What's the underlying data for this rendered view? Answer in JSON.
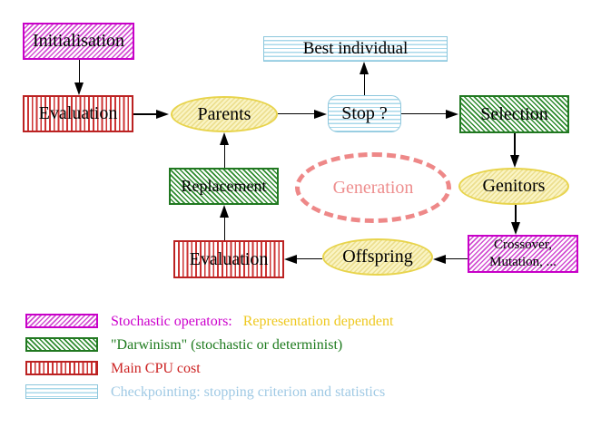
{
  "nodes": {
    "initialisation": "Initialisation",
    "evaluation_top": "Evaluation",
    "parents": "Parents",
    "best_individual": "Best individual",
    "stop": "Stop ?",
    "selection": "Selection",
    "replacement": "Replacement",
    "generation": "Generation",
    "genitors": "Genitors",
    "evaluation_bottom": "Evaluation",
    "crossover_line1": "Crossover,",
    "crossover_line2": "Mutation, ...",
    "offspring": "Offspring"
  },
  "legend": {
    "rows": [
      {
        "text1": "Stochastic operators:",
        "text2": "Representation dependent"
      },
      {
        "text1": "\"Darwinism\" (stochastic or determinist)",
        "text2": ""
      },
      {
        "text1": "Main CPU cost",
        "text2": ""
      },
      {
        "text1": "Checkpointing: stopping criterion and statistics",
        "text2": ""
      }
    ]
  },
  "colors": {
    "magenta": "#cc00cc",
    "gold": "#eec81e",
    "green": "#1d7a1d",
    "red": "#cc2222",
    "light_blue": "#9fc9e4",
    "coral": "#ee8e8e",
    "yellow_border": "#e8d44c",
    "arrow_black": "#000000"
  }
}
